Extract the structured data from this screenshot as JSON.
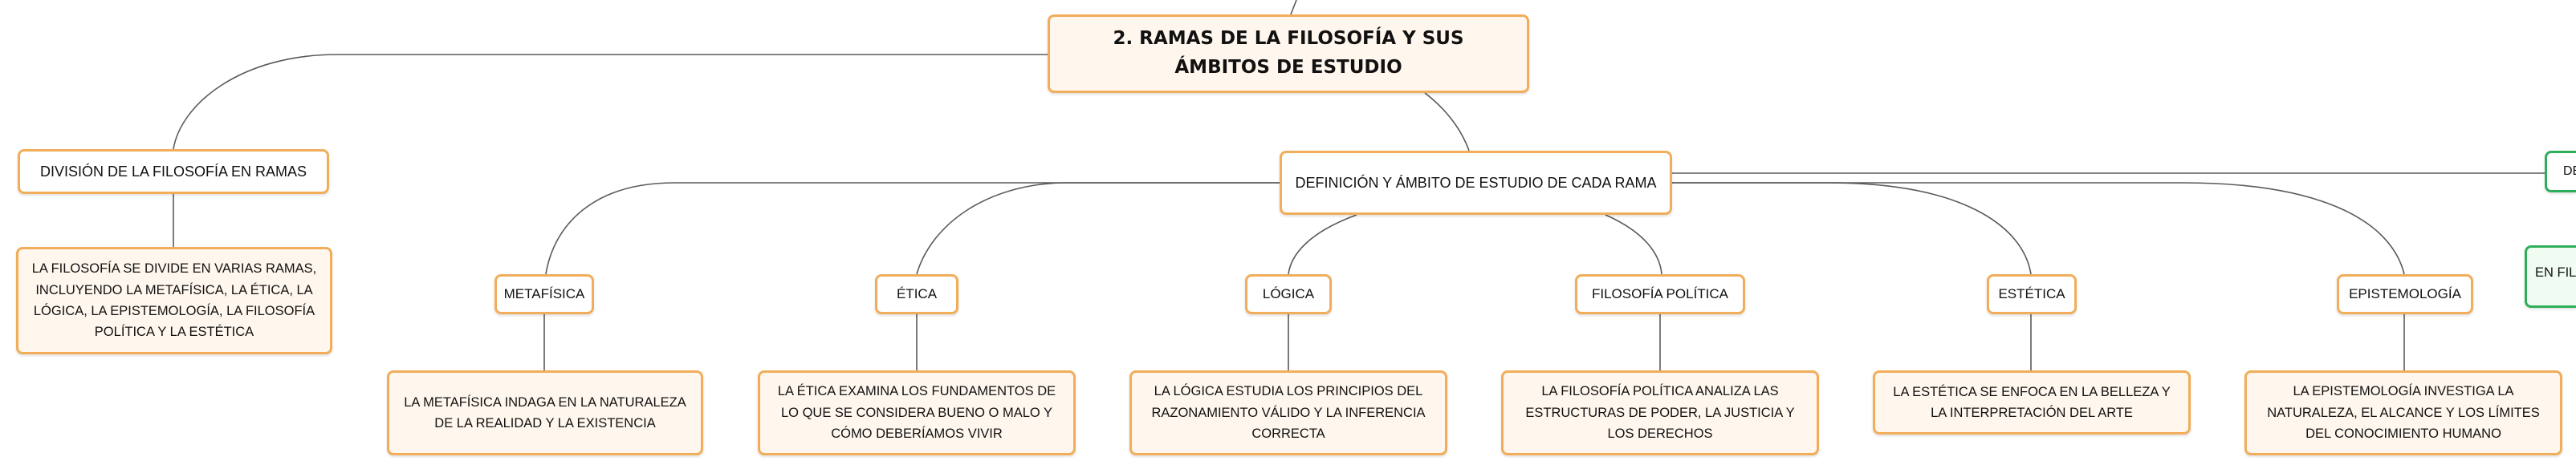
{
  "title": "2. RAMAS DE LA FILOSOFÍA Y SUS ÁMBITOS DE ESTUDIO",
  "sections": {
    "division": {
      "label": "DIVISIÓN DE LA FILOSOFÍA EN RAMAS",
      "description": "LA FILOSOFÍA SE DIVIDE EN VARIAS RAMAS, INCLUYENDO LA METAFÍSICA, LA ÉTICA, LA LÓGICA, LA EPISTEMOLOGÍA, LA FILOSOFÍA POLÍTICA Y LA ESTÉTICA"
    },
    "definition": {
      "label": "DEFINICIÓN Y ÁMBITO DE ESTUDIO DE CADA RAMA"
    },
    "partial": {
      "label": "DE",
      "description": "EN FIL"
    }
  },
  "branches": [
    {
      "label": "METAFÍSICA",
      "description": "LA METAFÍSICA INDAGA EN LA NATURALEZA DE LA REALIDAD Y LA EXISTENCIA"
    },
    {
      "label": "ÉTICA",
      "description": "LA ÉTICA EXAMINA LOS FUNDAMENTOS DE LO QUE SE CONSIDERA BUENO O MALO Y CÓMO DEBERÍAMOS VIVIR"
    },
    {
      "label": "LÓGICA",
      "description": "LA LÓGICA ESTUDIA LOS PRINCIPIOS DEL RAZONAMIENTO VÁLIDO Y LA INFERENCIA CORRECTA"
    },
    {
      "label": "FILOSOFÍA POLÍTICA",
      "description": "LA FILOSOFÍA POLÍTICA ANALIZA LAS ESTRUCTURAS DE PODER, LA JUSTICIA Y LOS DERECHOS"
    },
    {
      "label": "ESTÉTICA",
      "description": "LA ESTÉTICA SE ENFOCA EN LA BELLEZA Y LA INTERPRETACIÓN DEL ARTE"
    },
    {
      "label": "EPISTEMOLOGÍA",
      "description": "LA EPISTEMOLOGÍA INVESTIGA LA NATURALEZA, EL ALCANCE Y LOS LÍMITES DEL CONOCIMIENTO HUMANO"
    }
  ],
  "colors": {
    "orange_border": "#f2ad5a",
    "orange_fill": "#fff7ee",
    "green_border": "#2fae5a",
    "connector": "#5a5a5a"
  }
}
